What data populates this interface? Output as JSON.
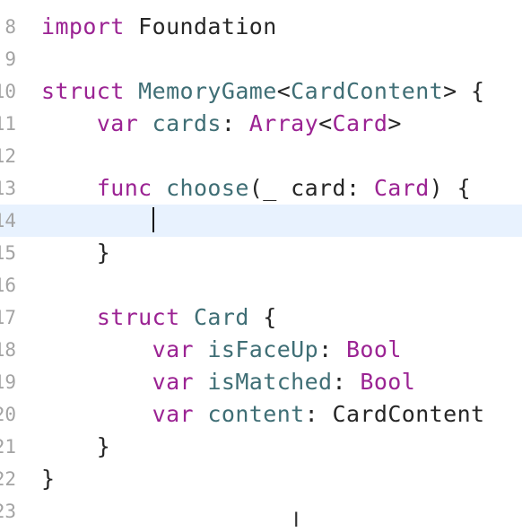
{
  "lines": [
    {
      "num": "8",
      "tokens": [
        {
          "t": "import",
          "c": "kw"
        },
        {
          "t": " Foundation",
          "c": "pl"
        }
      ]
    },
    {
      "num": "9",
      "tokens": []
    },
    {
      "num": "10",
      "tokens": [
        {
          "t": "struct",
          "c": "kw"
        },
        {
          "t": " ",
          "c": "pl"
        },
        {
          "t": "MemoryGame",
          "c": "ty"
        },
        {
          "t": "<",
          "c": "pl"
        },
        {
          "t": "CardContent",
          "c": "ty"
        },
        {
          "t": "> {",
          "c": "pl"
        }
      ]
    },
    {
      "num": "11",
      "tokens": [
        {
          "t": "    ",
          "c": "pl"
        },
        {
          "t": "var",
          "c": "kw"
        },
        {
          "t": " ",
          "c": "pl"
        },
        {
          "t": "cards",
          "c": "ty"
        },
        {
          "t": ": ",
          "c": "pl"
        },
        {
          "t": "Array",
          "c": "kw"
        },
        {
          "t": "<",
          "c": "pl"
        },
        {
          "t": "Card",
          "c": "kw"
        },
        {
          "t": ">",
          "c": "pl"
        }
      ]
    },
    {
      "num": "12",
      "tokens": []
    },
    {
      "num": "13",
      "tokens": [
        {
          "t": "    ",
          "c": "pl"
        },
        {
          "t": "func",
          "c": "kw"
        },
        {
          "t": " ",
          "c": "pl"
        },
        {
          "t": "choose",
          "c": "ty"
        },
        {
          "t": "(_ card: ",
          "c": "pl"
        },
        {
          "t": "Card",
          "c": "kw"
        },
        {
          "t": ") {",
          "c": "pl"
        }
      ]
    },
    {
      "num": "14",
      "tokens": [],
      "current": true,
      "cursor": true
    },
    {
      "num": "15",
      "tokens": [
        {
          "t": "    }",
          "c": "pl"
        }
      ]
    },
    {
      "num": "16",
      "tokens": []
    },
    {
      "num": "17",
      "tokens": [
        {
          "t": "    ",
          "c": "pl"
        },
        {
          "t": "struct",
          "c": "kw"
        },
        {
          "t": " ",
          "c": "pl"
        },
        {
          "t": "Card",
          "c": "ty"
        },
        {
          "t": " {",
          "c": "pl"
        }
      ]
    },
    {
      "num": "18",
      "tokens": [
        {
          "t": "        ",
          "c": "pl"
        },
        {
          "t": "var",
          "c": "kw"
        },
        {
          "t": " ",
          "c": "pl"
        },
        {
          "t": "isFaceUp",
          "c": "ty"
        },
        {
          "t": ": ",
          "c": "pl"
        },
        {
          "t": "Bool",
          "c": "kw"
        }
      ]
    },
    {
      "num": "19",
      "tokens": [
        {
          "t": "        ",
          "c": "pl"
        },
        {
          "t": "var",
          "c": "kw"
        },
        {
          "t": " ",
          "c": "pl"
        },
        {
          "t": "isMatched",
          "c": "ty"
        },
        {
          "t": ": ",
          "c": "pl"
        },
        {
          "t": "Bool",
          "c": "kw"
        }
      ]
    },
    {
      "num": "20",
      "tokens": [
        {
          "t": "        ",
          "c": "pl"
        },
        {
          "t": "var",
          "c": "kw"
        },
        {
          "t": " ",
          "c": "pl"
        },
        {
          "t": "content",
          "c": "ty"
        },
        {
          "t": ": ",
          "c": "pl"
        },
        {
          "t": "CardContent",
          "c": "pl"
        }
      ]
    },
    {
      "num": "21",
      "tokens": [
        {
          "t": "    }",
          "c": "pl"
        }
      ]
    },
    {
      "num": "22",
      "tokens": [
        {
          "t": "}",
          "c": "pl"
        }
      ]
    },
    {
      "num": "23",
      "tokens": []
    }
  ],
  "colors": {
    "keyword": "#9b2393",
    "identifier": "#3f6e75",
    "plain": "#262626",
    "gutter": "#a3a3a3",
    "current_line": "#e8f2fe"
  },
  "mouse_cursor_icon": "i-beam-icon"
}
